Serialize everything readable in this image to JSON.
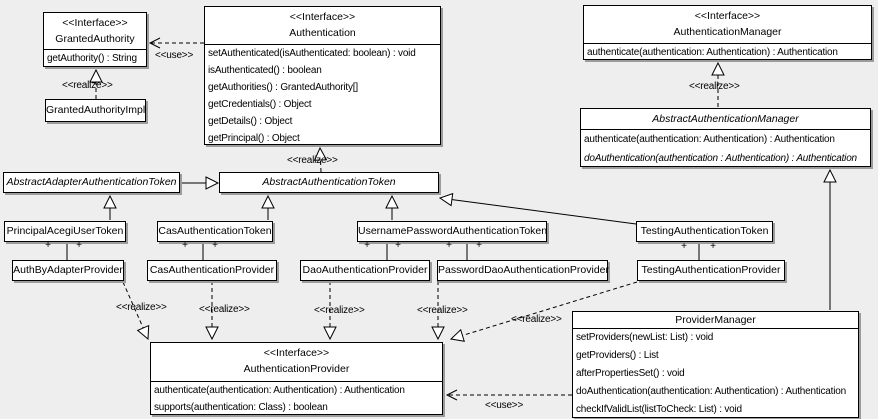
{
  "diagram_title": "Acegi authentication UML class diagram",
  "classes": {
    "granted_authority": {
      "stereotype": "<<Interface>>",
      "name": "GrantedAuthority",
      "methods": [
        "getAuthority() : String"
      ]
    },
    "granted_authority_impl": {
      "name": "GrantedAuthorityImpl"
    },
    "authentication": {
      "stereotype": "<<Interface>>",
      "name": "Authentication",
      "methods": [
        "setAuthenticated(isAuthenticated: boolean) : void",
        "isAuthenticated() : boolean",
        "getAuthorities() : GrantedAuthority[]",
        "getCredentials() : Object",
        "getDetails() : Object",
        "getPrincipal() : Object"
      ]
    },
    "authentication_manager": {
      "stereotype": "<<Interface>>",
      "name": "AuthenticationManager",
      "methods": [
        "authenticate(authentication: Authentication) : Authentication"
      ]
    },
    "abstract_authentication_manager": {
      "name": "AbstractAuthenticationManager",
      "abstract": true,
      "methods": [
        "authenticate(authentication: Authentication) : Authentication",
        "doAuthentication(authentication : Authentication) : Authentication"
      ]
    },
    "abstract_adapter_authentication_token": {
      "name": "AbstractAdapterAuthenticationToken",
      "abstract": true
    },
    "abstract_authentication_token": {
      "name": "AbstractAuthenticationToken",
      "abstract": true
    },
    "principal_acegi_user_token": {
      "name": "PrincipalAcegiUserToken"
    },
    "cas_authentication_token": {
      "name": "CasAuthenticationToken"
    },
    "username_password_authentication_token": {
      "name": "UsernamePasswordAuthenticationToken"
    },
    "testing_authentication_token": {
      "name": "TestingAuthenticationToken"
    },
    "auth_by_adapter_provider": {
      "name": "AuthByAdapterProvider"
    },
    "cas_authentication_provider": {
      "name": "CasAuthenticationProvider"
    },
    "dao_authentication_provider": {
      "name": "DaoAuthenticationProvider"
    },
    "password_dao_authentication_provider": {
      "name": "PasswordDaoAuthenticationProvider"
    },
    "testing_authentication_provider": {
      "name": "TestingAuthenticationProvider"
    },
    "authentication_provider": {
      "stereotype": "<<Interface>>",
      "name": "AuthenticationProvider",
      "methods": [
        "authenticate(authentication: Authentication) : Authentication",
        "supports(authentication: Class) : boolean"
      ]
    },
    "provider_manager": {
      "name": "ProviderManager",
      "methods": [
        "setProviders(newList: List) : void",
        "getProviders() : List",
        "afterPropertiesSet() : void",
        "doAuthentication(authentication: Authentication) : Authentication",
        "checkIfValidList(listToCheck: List) : void"
      ]
    }
  },
  "edge_labels": {
    "realize": "<<realize>>",
    "use": "<<use>>",
    "plus": "+"
  },
  "colors": {
    "background": "#eeeeee",
    "box_fill": "#ffffff",
    "line": "#000000",
    "shadow": "#9c9c9c"
  }
}
